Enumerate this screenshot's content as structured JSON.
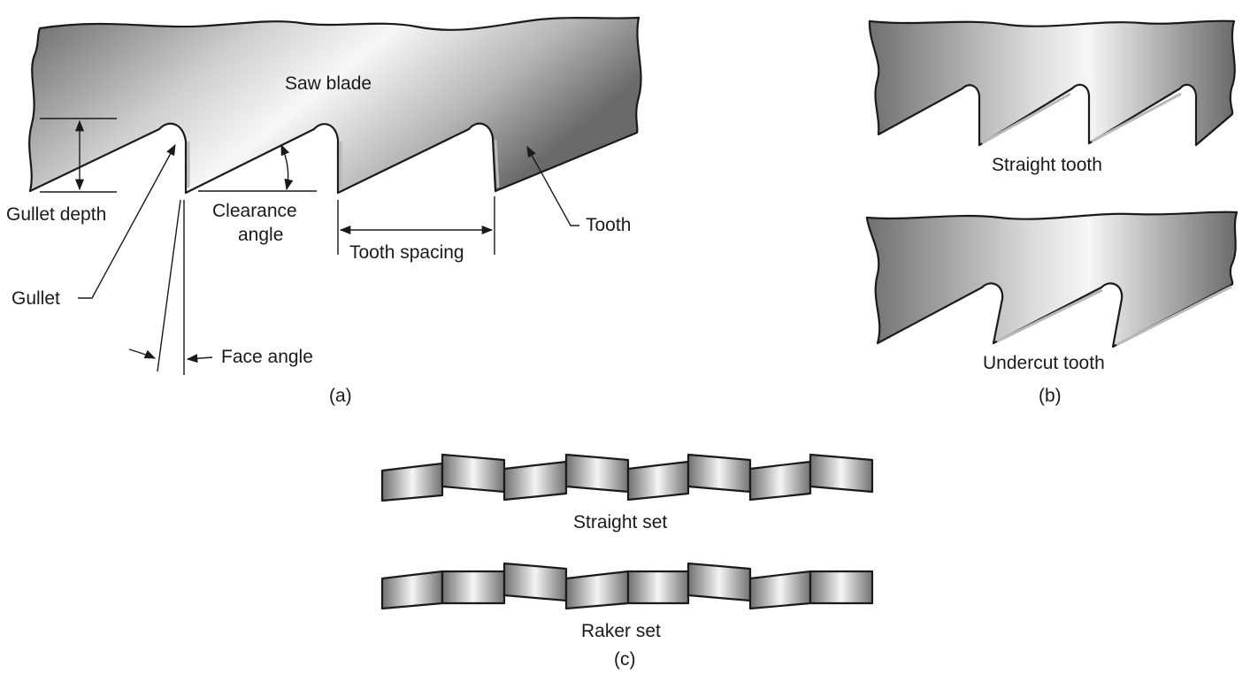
{
  "panel_a": {
    "label": "(a)",
    "saw_blade": "Saw blade",
    "gullet_depth": "Gullet depth",
    "clearance_angle": [
      "Clearance",
      "angle"
    ],
    "tooth_spacing": "Tooth spacing",
    "tooth": "Tooth",
    "gullet": "Gullet",
    "face_angle": "Face angle"
  },
  "panel_b": {
    "label": "(b)",
    "straight_tooth": "Straight tooth",
    "undercut_tooth": "Undercut tooth"
  },
  "panel_c": {
    "label": "(c)",
    "straight_set": "Straight set",
    "raker_set": "Raker set"
  },
  "colors": {
    "metal_dark": "#6e6e6e",
    "metal_light": "#f4f4f4",
    "outline": "#1a1a1a"
  }
}
